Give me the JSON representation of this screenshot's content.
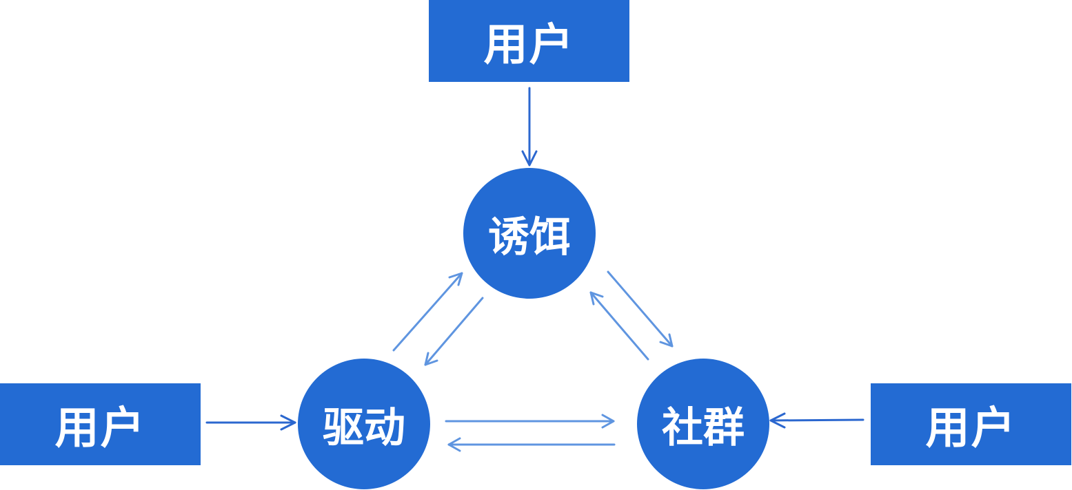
{
  "colors": {
    "primary": "#236bd3",
    "arrow_dark": "#2b67cf",
    "arrow_light": "#5f95e0",
    "text": "#ffffff"
  },
  "boxes": {
    "top": {
      "label": "用户"
    },
    "left": {
      "label": "用户"
    },
    "right": {
      "label": "用户"
    }
  },
  "nodes": {
    "bait": {
      "label": "诱饵"
    },
    "drive": {
      "label": "驱动"
    },
    "community": {
      "label": "社群"
    }
  }
}
